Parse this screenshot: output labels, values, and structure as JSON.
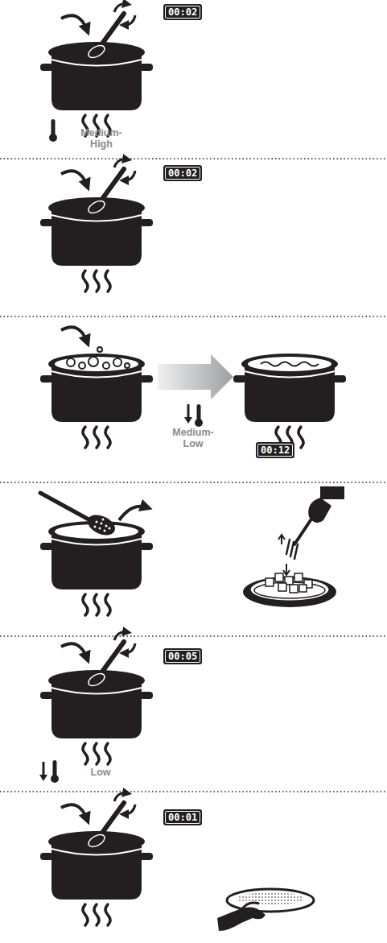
{
  "diagram": {
    "nodes": [
      {
        "text": [
          "00:02"
        ]
      },
      {
        "text": [
          "00:02"
        ]
      },
      {
        "text": [
          "00:12"
        ]
      },
      {
        "text": [
          "00:05"
        ]
      },
      {
        "text": [
          "00:01"
        ]
      }
    ],
    "labels": [
      "Medium-High",
      "Medium-Low",
      "Low"
    ]
  }
}
